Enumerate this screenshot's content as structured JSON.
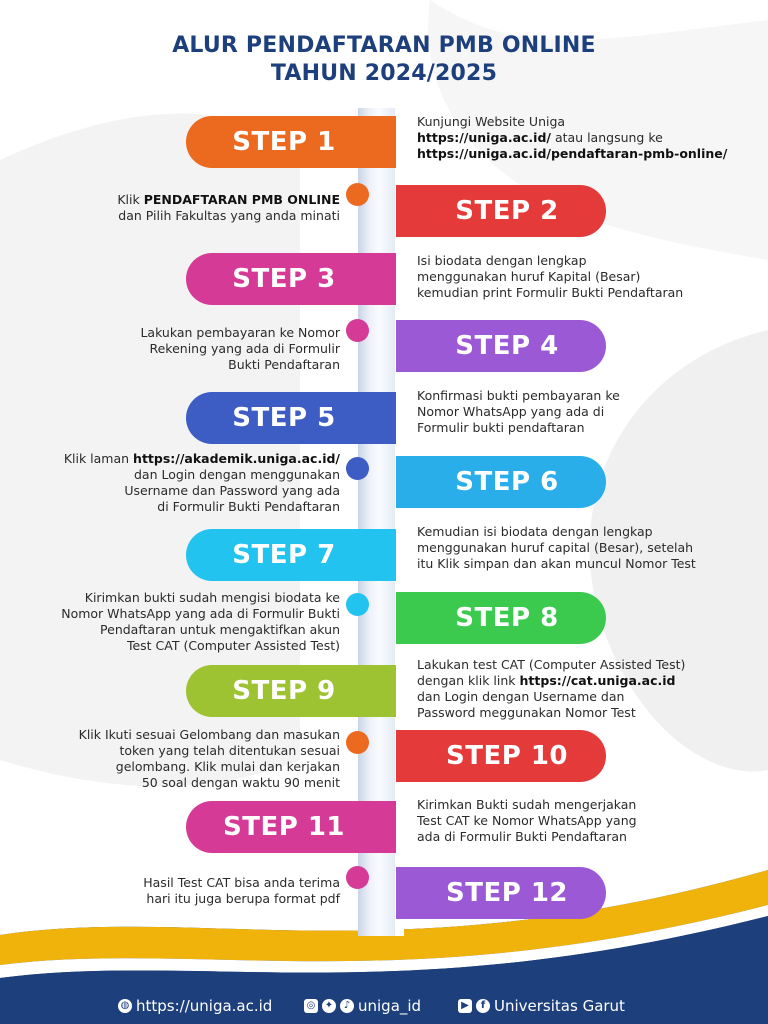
{
  "title": {
    "line1": "ALUR PENDAFTARAN PMB ONLINE",
    "line2": "TAHUN 2024/2025"
  },
  "colors": {
    "orange": "#ec6a1f",
    "red": "#e43a3a",
    "magenta": "#d53a97",
    "purple": "#9b59d6",
    "blue": "#3d5cc4",
    "skyblue": "#29aee9",
    "cyan": "#23c3ef",
    "green": "#3bca4e",
    "lime": "#9dc332",
    "navy": "#1d3f7c",
    "gold": "#f0b30c"
  },
  "steps": [
    {
      "label": "STEP 1",
      "lines": [
        [
          "Kunjungi Website Uniga"
        ],
        [
          {
            "b": "https://uniga.ac.id/"
          },
          "  atau langsung ke"
        ],
        [
          {
            "b": "https://uniga.ac.id/pendaftaran-pmb-online/"
          }
        ]
      ]
    },
    {
      "label": "STEP 2",
      "lines": [
        [
          "Klik  ",
          {
            "b": "PENDAFTARAN PMB ONLINE"
          }
        ],
        [
          "dan Pilih Fakultas yang anda minati"
        ]
      ]
    },
    {
      "label": "STEP 3",
      "lines": [
        [
          "Isi biodata dengan lengkap"
        ],
        [
          "menggunakan huruf Kapital (Besar)"
        ],
        [
          "kemudian print Formulir Bukti Pendaftaran"
        ]
      ]
    },
    {
      "label": "STEP 4",
      "lines": [
        [
          "Lakukan pembayaran ke Nomor"
        ],
        [
          "Rekening yang ada di Formulir"
        ],
        [
          "Bukti Pendaftaran"
        ]
      ]
    },
    {
      "label": "STEP 5",
      "lines": [
        [
          "Konfirmasi bukti pembayaran ke"
        ],
        [
          "Nomor WhatsApp yang ada di"
        ],
        [
          "Formulir bukti pendaftaran"
        ]
      ]
    },
    {
      "label": "STEP 6",
      "lines": [
        [
          "Klik laman ",
          {
            "b": "https://akademik.uniga.ac.id/"
          }
        ],
        [
          "dan Login dengan menggunakan"
        ],
        [
          "Username dan Password yang ada"
        ],
        [
          "di Formulir Bukti Pendaftaran"
        ]
      ]
    },
    {
      "label": "STEP 7",
      "lines": [
        [
          "Kemudian isi biodata dengan lengkap"
        ],
        [
          "menggunakan huruf capital (Besar), setelah"
        ],
        [
          "itu Klik simpan dan akan muncul Nomor Test"
        ]
      ]
    },
    {
      "label": "STEP 8",
      "lines": [
        [
          "Kirimkan bukti sudah mengisi biodata ke"
        ],
        [
          "Nomor WhatsApp yang ada di Formulir Bukti"
        ],
        [
          "Pendaftaran untuk mengaktifkan akun"
        ],
        [
          "Test CAT (Computer Assisted Test)"
        ]
      ]
    },
    {
      "label": "STEP 9",
      "lines": [
        [
          "Lakukan test CAT (Computer Assisted Test)"
        ],
        [
          "dengan klik link ",
          {
            "b": "https://cat.uniga.ac.id"
          }
        ],
        [
          "dan Login dengan Username dan"
        ],
        [
          "Password meggunakan Nomor Test"
        ]
      ]
    },
    {
      "label": "STEP 10",
      "lines": [
        [
          "Klik Ikuti sesuai Gelombang dan masukan"
        ],
        [
          "token yang telah ditentukan sesuai"
        ],
        [
          "gelombang. Klik mulai dan kerjakan"
        ],
        [
          "50 soal dengan waktu 90 menit"
        ]
      ]
    },
    {
      "label": "STEP 11",
      "lines": [
        [
          "Kirimkan Bukti sudah mengerjakan"
        ],
        [
          "Test CAT ke Nomor WhatsApp yang"
        ],
        [
          "ada di Formulir Bukti Pendaftaran"
        ]
      ]
    },
    {
      "label": "STEP 12",
      "lines": [
        [
          "Hasil Test CAT bisa anda terima"
        ],
        [
          "hari itu juga berupa format pdf"
        ]
      ]
    }
  ],
  "footer": {
    "website": "https://uniga.ac.id",
    "social": "uniga_id",
    "channel": "Universitas Garut",
    "icons": [
      "globe-icon",
      "instagram-icon",
      "twitter-icon",
      "tiktok-icon",
      "youtube-icon",
      "facebook-icon"
    ]
  }
}
